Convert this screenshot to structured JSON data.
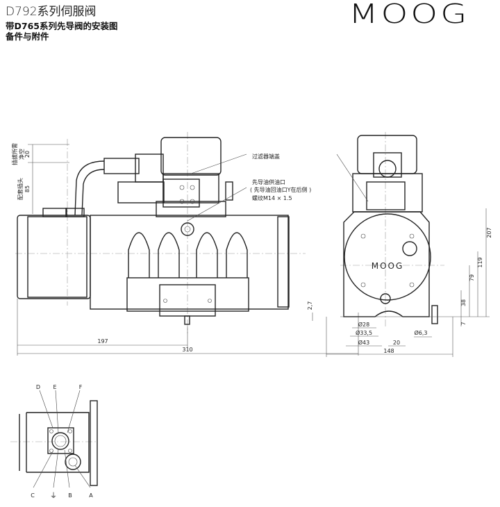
{
  "header": {
    "title": "D792系列伺服阀",
    "subtitle_line1": "带D765系列先导阀的安装图",
    "subtitle_line2": "备件与附件",
    "logo": "MOOG"
  },
  "annotations": {
    "filter_cap": "过滤器端盖",
    "pilot_supply_1": "先导油供油口",
    "pilot_supply_2": "( 先导油回油口Y在后侧 )",
    "pilot_supply_3": "螺纹M14 × 1.5",
    "plug_clearance_1": "插拔所需",
    "plug_clearance_2": "净空",
    "plug_clearance_val": "20",
    "mating_plug": "配套插头",
    "mating_plug_val": "85",
    "body_logo": "MOOG"
  },
  "side_view_dims": {
    "d197": "197",
    "d310": "310"
  },
  "end_view_dims": {
    "d207": "207",
    "d119": "119",
    "d79": "79",
    "d38": "38",
    "d7": "7",
    "d2_7": "2,7",
    "d28": "Ø28",
    "d33_5": "Ø33,5",
    "d43": "Ø43",
    "d20": "20",
    "d148": "148",
    "d6_3": "Ø6,3"
  },
  "connector_pins": {
    "d": "D",
    "e": "E",
    "f": "F",
    "c": "C",
    "ground": "⏚",
    "b": "B",
    "a": "A"
  }
}
